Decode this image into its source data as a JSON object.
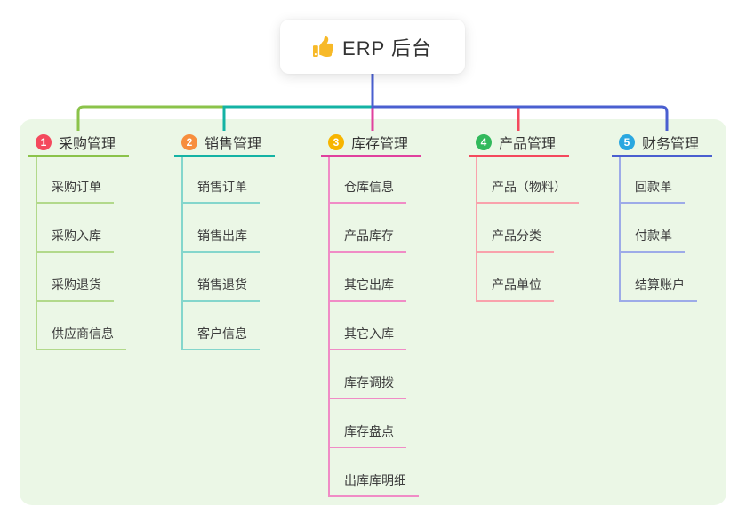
{
  "root": {
    "label": "ERP 后台",
    "icon": "thumbs-up-icon",
    "icon_color": "#f7b928",
    "connector_color": "#4a5fd0"
  },
  "colors": {
    "canvas_bg": "#ffffff",
    "panel_bg": "#ebf7e6",
    "title_text": "#333333",
    "child_text": "#3d3d3d"
  },
  "branches": [
    {
      "num": "1",
      "label": "采购管理",
      "badge_color": "#f4495d",
      "line_color": "#8bc34a",
      "child_line_color": "#b2d98b",
      "children": [
        "采购订单",
        "采购入库",
        "采购退货",
        "供应商信息"
      ]
    },
    {
      "num": "2",
      "label": "销售管理",
      "badge_color": "#f78e3d",
      "line_color": "#14b3a4",
      "child_line_color": "#84d6cc",
      "children": [
        "销售订单",
        "销售出库",
        "销售退货",
        "客户信息"
      ]
    },
    {
      "num": "3",
      "label": "库存管理",
      "badge_color": "#f7b500",
      "line_color": "#e0419e",
      "child_line_color": "#f08cc6",
      "children": [
        "仓库信息",
        "产品库存",
        "其它出库",
        "其它入库",
        "库存调拨",
        "库存盘点",
        "出库库明细"
      ]
    },
    {
      "num": "4",
      "label": "产品管理",
      "badge_color": "#32b95c",
      "line_color": "#f4495d",
      "child_line_color": "#f9a2ac",
      "children": [
        "产品（物料）",
        "产品分类",
        "产品单位"
      ]
    },
    {
      "num": "5",
      "label": "财务管理",
      "badge_color": "#2aa7e0",
      "line_color": "#4a5fd0",
      "child_line_color": "#9dabe8",
      "children": [
        "回款单",
        "付款单",
        "结算账户"
      ]
    }
  ]
}
